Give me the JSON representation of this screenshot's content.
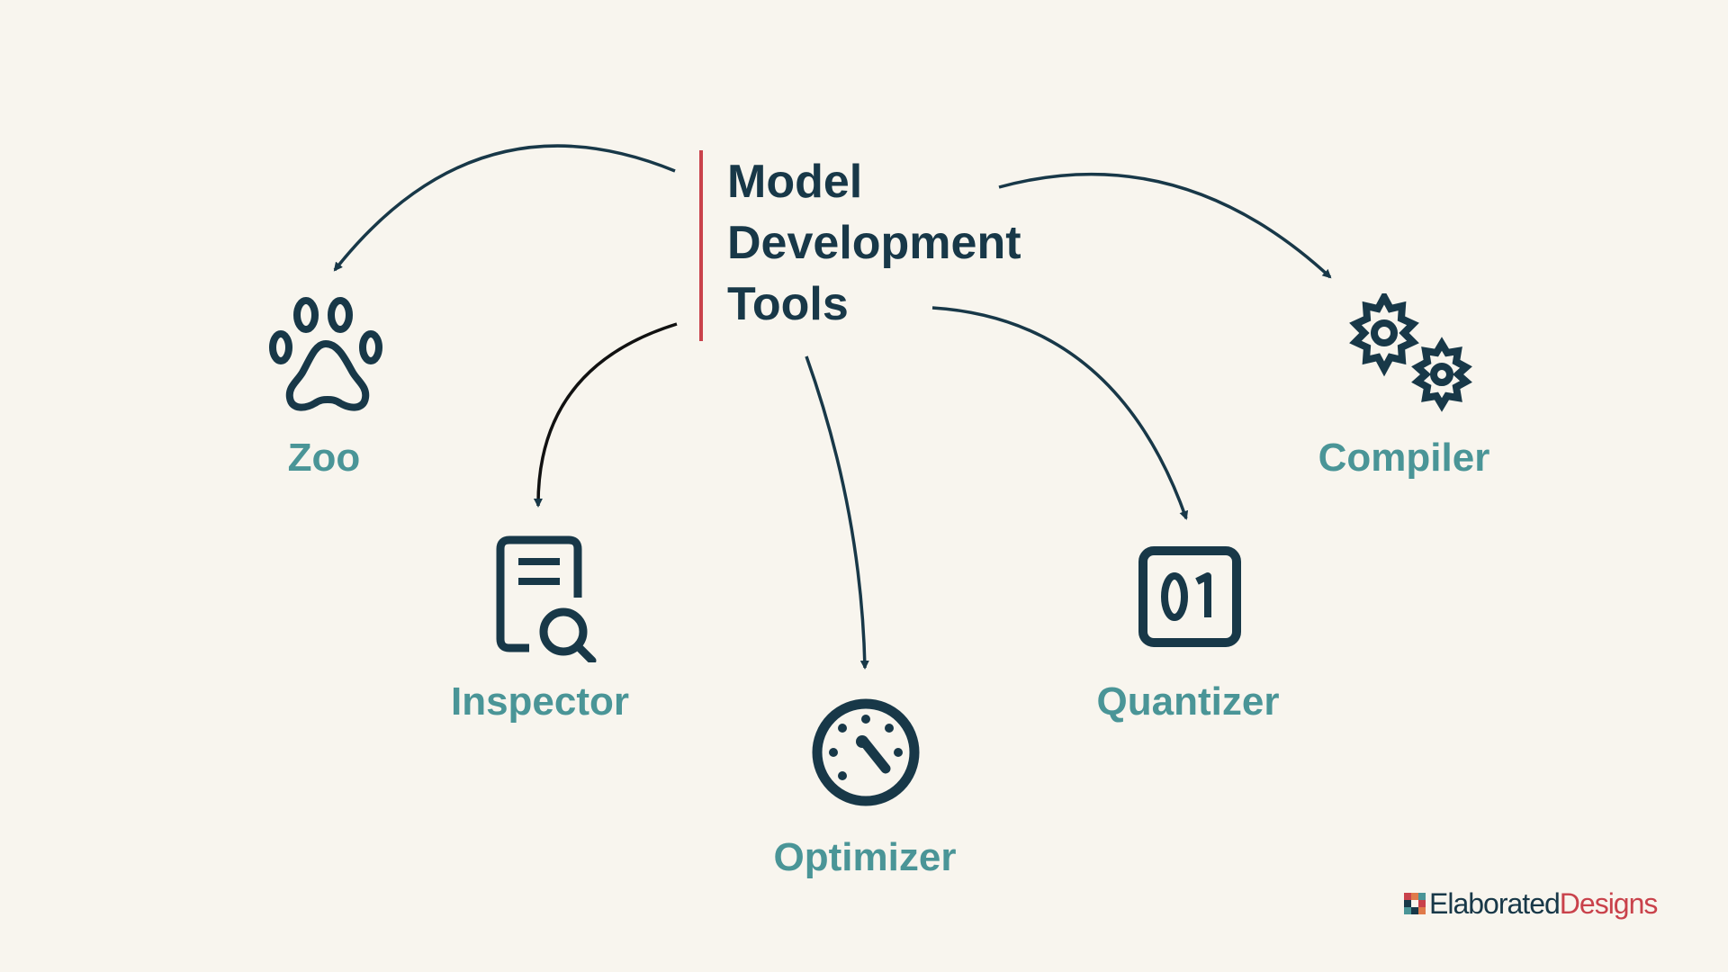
{
  "title": {
    "lines": [
      "Model",
      "Development",
      "Tools"
    ]
  },
  "nodes": [
    {
      "id": "zoo",
      "label": "Zoo",
      "icon": "paw-icon"
    },
    {
      "id": "inspector",
      "label": "Inspector",
      "icon": "document-search-icon"
    },
    {
      "id": "optimizer",
      "label": "Optimizer",
      "icon": "speedometer-icon"
    },
    {
      "id": "quantizer",
      "label": "Quantizer",
      "icon": "binary-01-icon"
    },
    {
      "id": "compiler",
      "label": "Compiler",
      "icon": "gears-icon"
    }
  ],
  "edges": [
    {
      "from": "title",
      "to": "zoo"
    },
    {
      "from": "title",
      "to": "inspector"
    },
    {
      "from": "title",
      "to": "optimizer"
    },
    {
      "from": "title",
      "to": "quantizer"
    },
    {
      "from": "title",
      "to": "compiler"
    }
  ],
  "brand": {
    "part1": "Elaborated",
    "part2": "Designs"
  },
  "colors": {
    "background": "#f8f5ee",
    "title": "#183848",
    "accent": "#c9424b",
    "label": "#4a9597",
    "icon": "#183848"
  }
}
